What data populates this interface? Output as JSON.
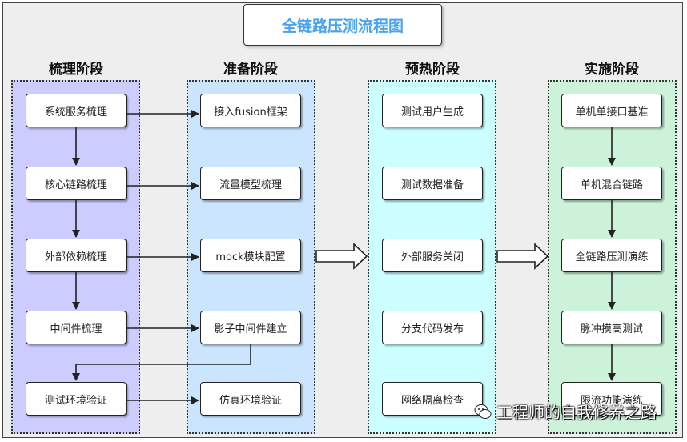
{
  "title": "全链路压测流程图",
  "stages": [
    {
      "label": "梳理阶段",
      "color": "#ccccff",
      "nodes": [
        "系统服务梳理",
        "核心链路梳理",
        "外部依赖梳理",
        "中间件梳理",
        "测试环境验证"
      ]
    },
    {
      "label": "准备阶段",
      "color": "#cce5ff",
      "nodes": [
        "接入fusion框架",
        "流量模型梳理",
        "mock模块配置",
        "影子中间件建立",
        "仿真环境验证"
      ]
    },
    {
      "label": "预热阶段",
      "color": "#ccffff",
      "nodes": [
        "测试用户生成",
        "测试数据准备",
        "外部服务关闭",
        "分支代码发布",
        "网络隔离检查"
      ]
    },
    {
      "label": "实施阶段",
      "color": "#ccf2d9",
      "nodes": [
        "单机单接口基准",
        "单机混合链路",
        "全链路压测演练",
        "脉冲摸高测试",
        "限流功能演练"
      ]
    }
  ],
  "watermark": "工程师的自我修养之路"
}
